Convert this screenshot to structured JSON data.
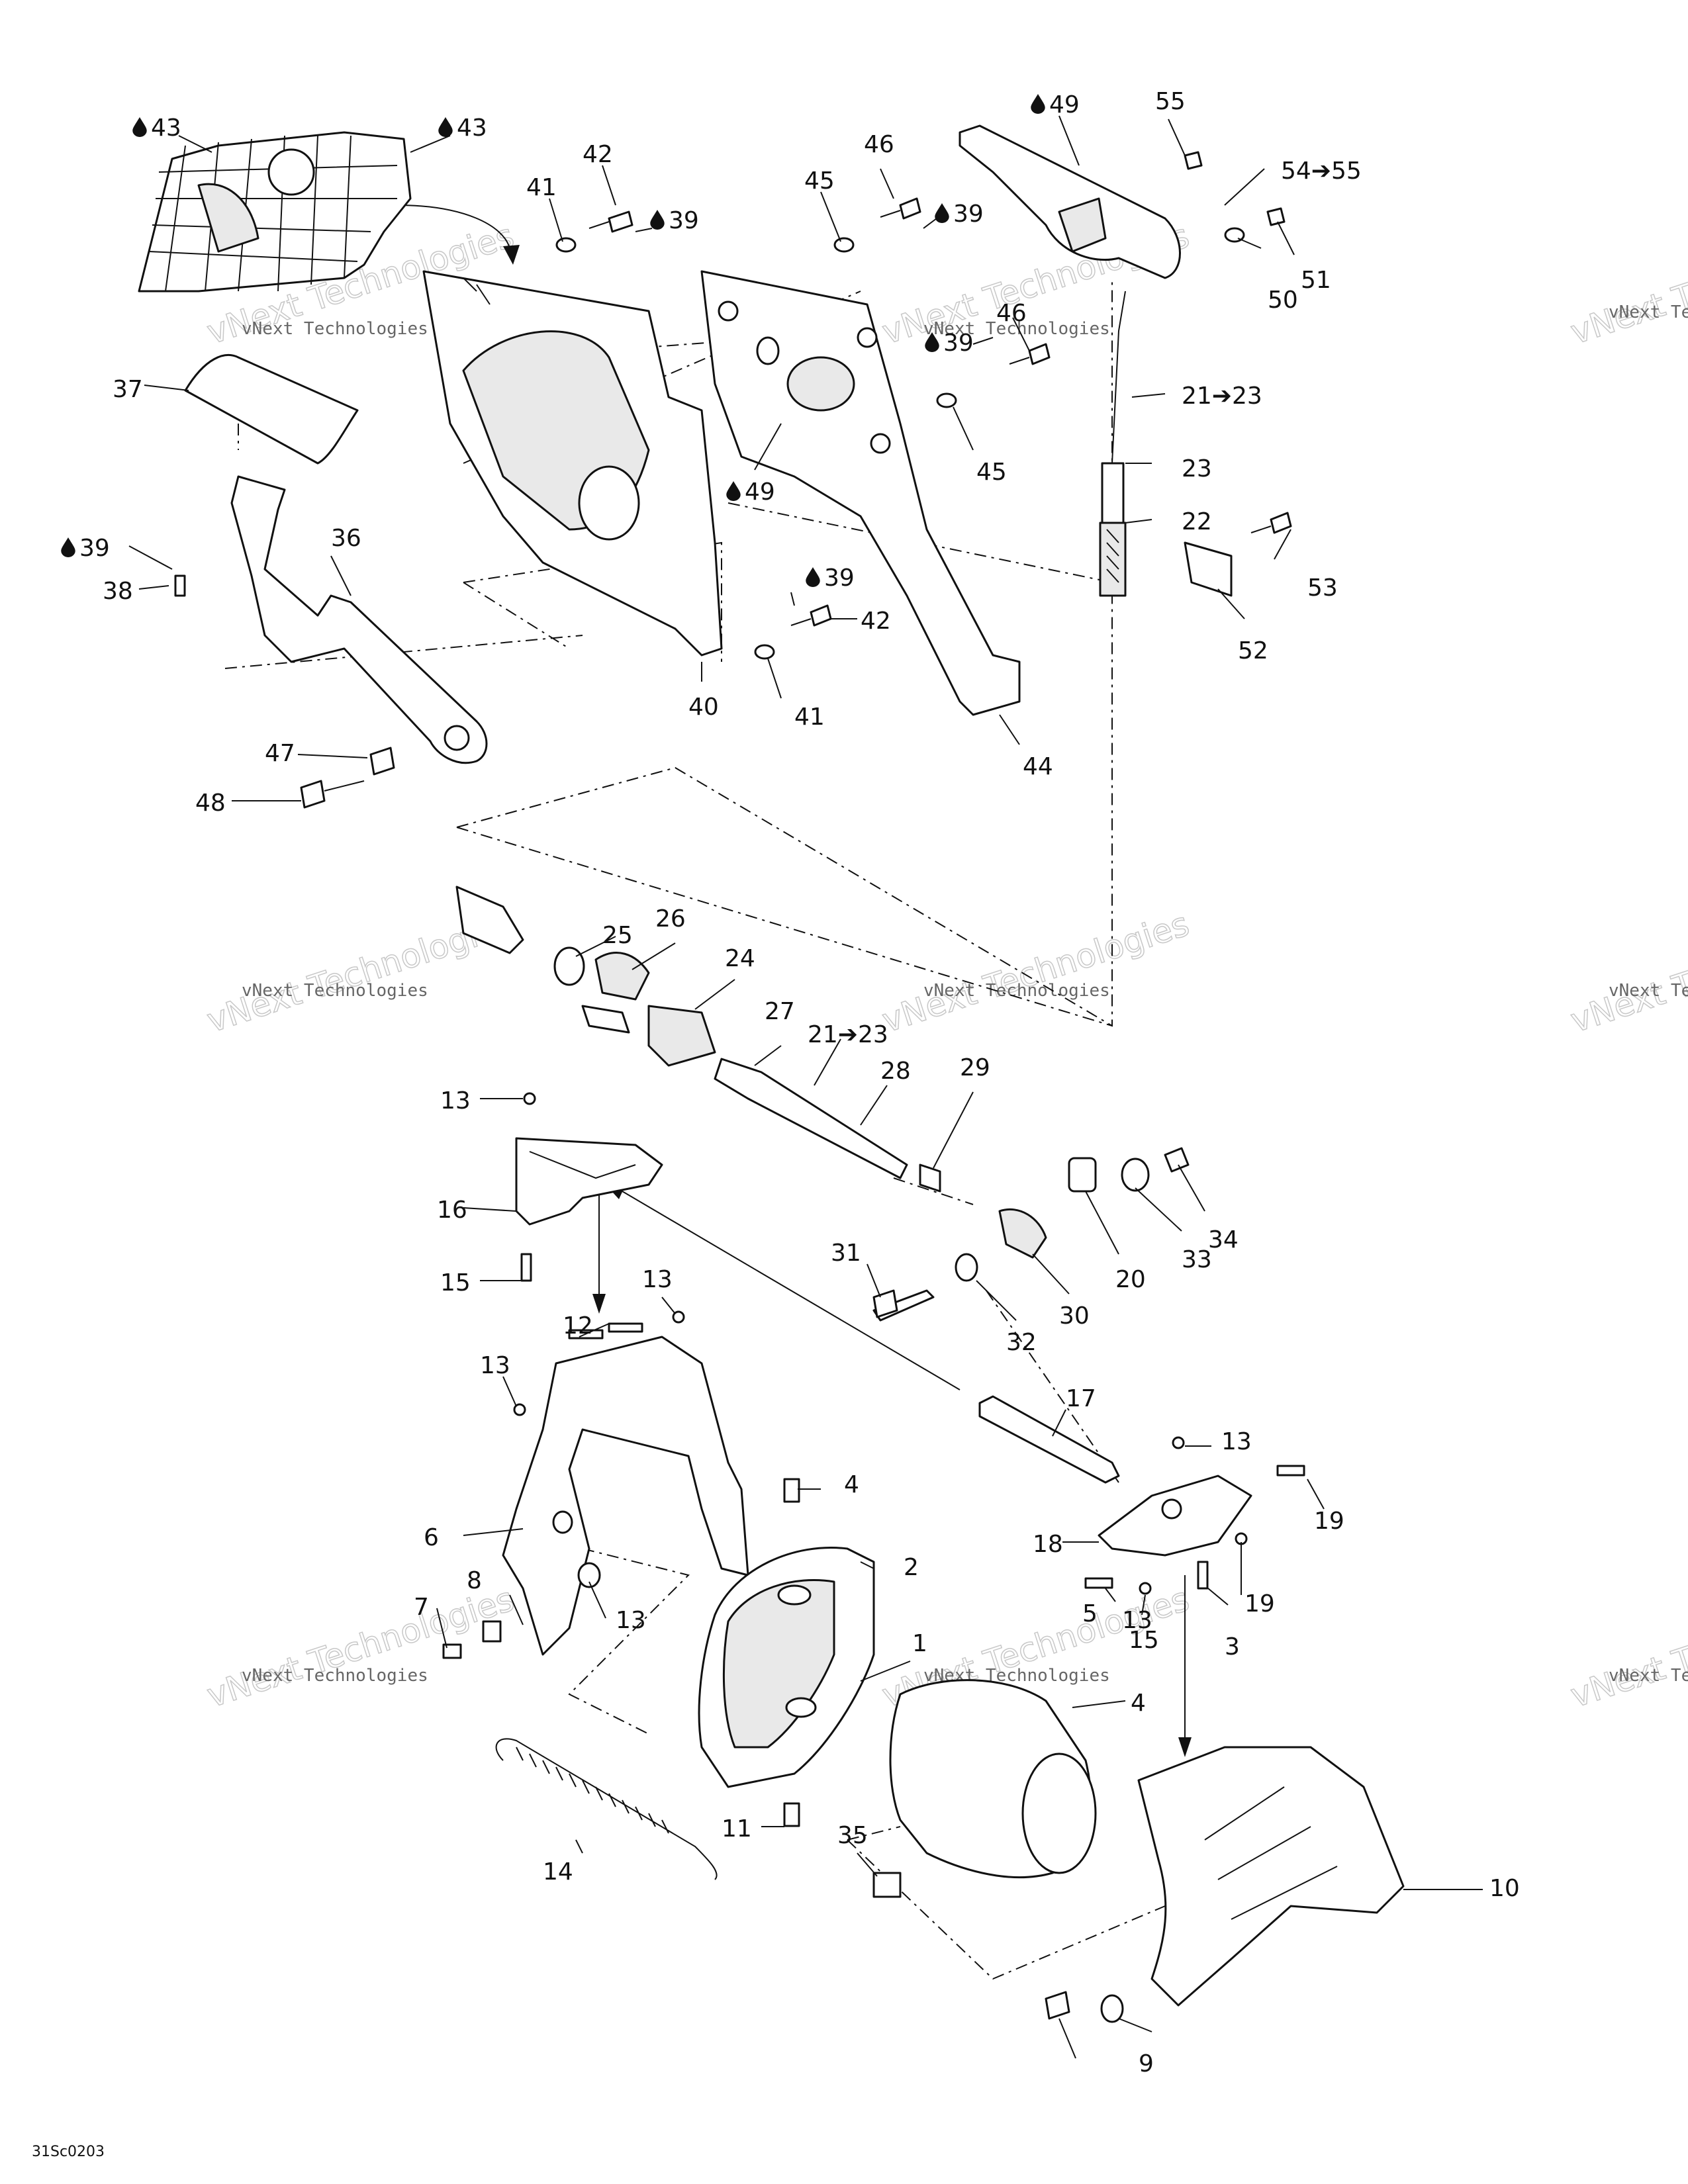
{
  "drawing_code": "31Sc0203",
  "watermark": {
    "line1": "vNext Technologies",
    "line2": "vNext Technologies"
  },
  "labels": [
    {
      "text": "43",
      "drop": true
    },
    {
      "text": "43",
      "drop": true
    },
    {
      "text": "42"
    },
    {
      "text": "41"
    },
    {
      "text": "39",
      "drop": true
    },
    {
      "text": "45"
    },
    {
      "text": "46"
    },
    {
      "text": "39",
      "drop": true
    },
    {
      "text": "49",
      "drop": true
    },
    {
      "text": "55"
    },
    {
      "text": "54➔55"
    },
    {
      "text": "51"
    },
    {
      "text": "50"
    },
    {
      "text": "46"
    },
    {
      "text": "39",
      "drop": true
    },
    {
      "text": "37"
    },
    {
      "text": "21➔23"
    },
    {
      "text": "45"
    },
    {
      "text": "23"
    },
    {
      "text": "49",
      "drop": true
    },
    {
      "text": "36"
    },
    {
      "text": "39",
      "drop": true
    },
    {
      "text": "22"
    },
    {
      "text": "53"
    },
    {
      "text": "38"
    },
    {
      "text": "39",
      "drop": true
    },
    {
      "text": "42"
    },
    {
      "text": "52"
    },
    {
      "text": "40"
    },
    {
      "text": "41"
    },
    {
      "text": "44"
    },
    {
      "text": "47"
    },
    {
      "text": "48"
    },
    {
      "text": "25"
    },
    {
      "text": "26"
    },
    {
      "text": "24"
    },
    {
      "text": "27"
    },
    {
      "text": "21➔23"
    },
    {
      "text": "28"
    },
    {
      "text": "13"
    },
    {
      "text": "29"
    },
    {
      "text": "16"
    },
    {
      "text": "34"
    },
    {
      "text": "33"
    },
    {
      "text": "20"
    },
    {
      "text": "31"
    },
    {
      "text": "30"
    },
    {
      "text": "15"
    },
    {
      "text": "32"
    },
    {
      "text": "13"
    },
    {
      "text": "12"
    },
    {
      "text": "13"
    },
    {
      "text": "17"
    },
    {
      "text": "13"
    },
    {
      "text": "4"
    },
    {
      "text": "19"
    },
    {
      "text": "6"
    },
    {
      "text": "18"
    },
    {
      "text": "2"
    },
    {
      "text": "8"
    },
    {
      "text": "13"
    },
    {
      "text": "19"
    },
    {
      "text": "5"
    },
    {
      "text": "7"
    },
    {
      "text": "13"
    },
    {
      "text": "15"
    },
    {
      "text": "3"
    },
    {
      "text": "1"
    },
    {
      "text": "4"
    },
    {
      "text": "11"
    },
    {
      "text": "35"
    },
    {
      "text": "14"
    },
    {
      "text": "10"
    },
    {
      "text": "9"
    }
  ]
}
